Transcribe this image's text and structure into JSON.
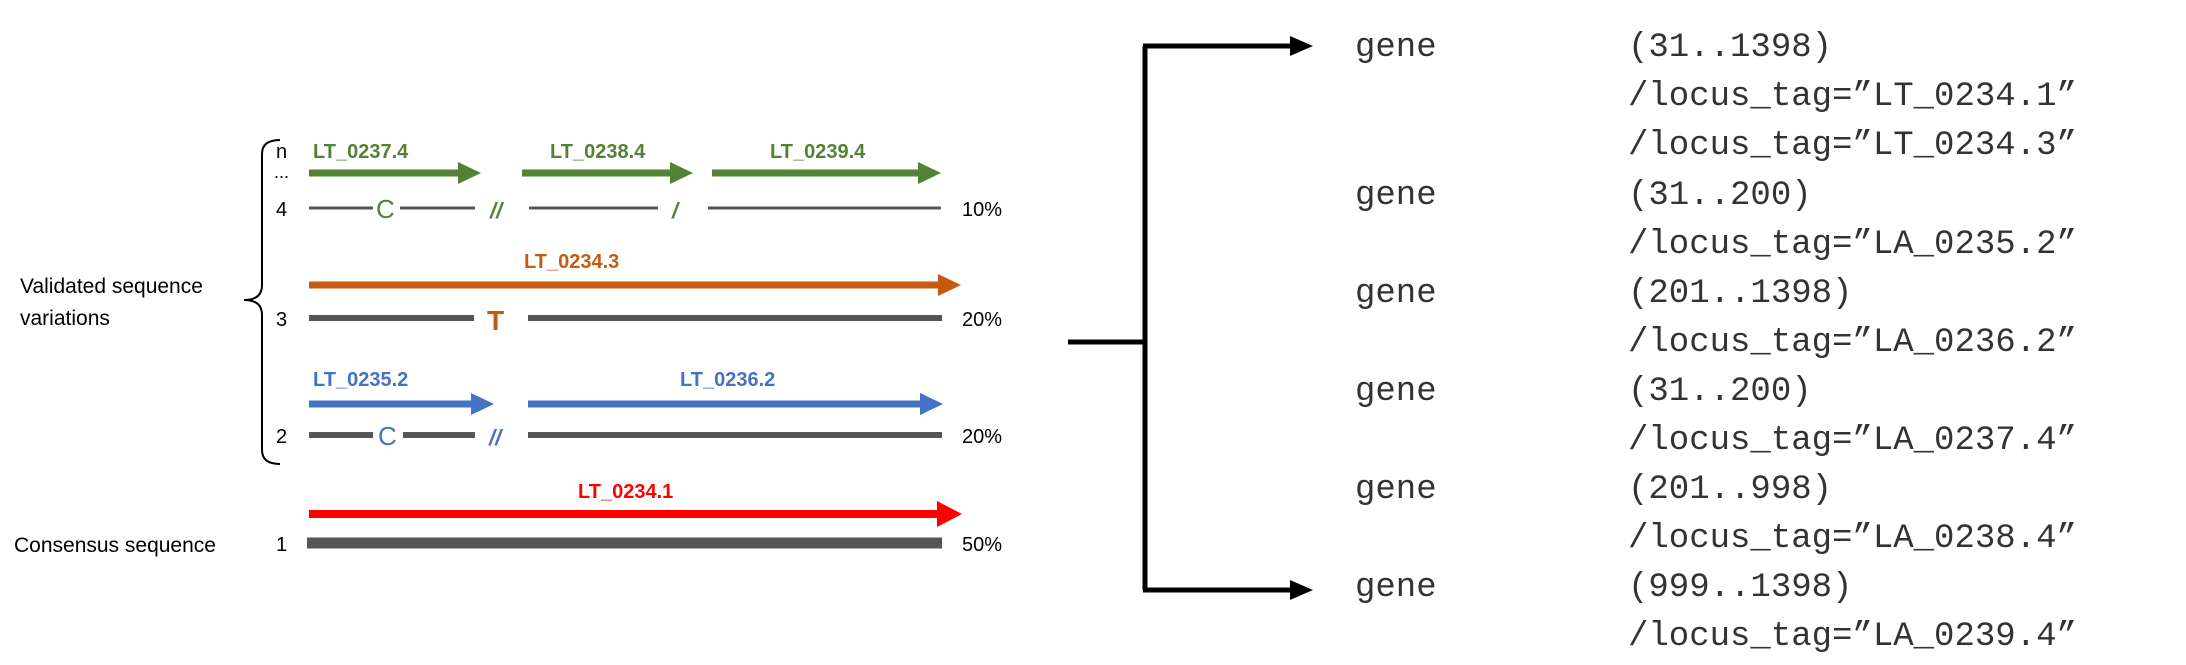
{
  "left_panel": {
    "group_labels": {
      "validated_line1": "Validated sequence",
      "validated_line2": "variations",
      "consensus": "Consensus sequence"
    },
    "rows": [
      {
        "number": "n",
        "dots": "...",
        "index": "4",
        "color": "#548235",
        "percent": "10%",
        "genes": [
          "LT_0237.4",
          "LT_0238.4",
          "LT_0239.4"
        ],
        "mutation": "C"
      },
      {
        "index": "3",
        "color": "#C55A11",
        "percent": "20%",
        "genes": [
          "LT_0234.3"
        ],
        "mutation": "T"
      },
      {
        "index": "2",
        "color": "#4472C4",
        "percent": "20%",
        "genes": [
          "LT_0235.2",
          "LT_0236.2"
        ],
        "mutation": "C"
      },
      {
        "index": "1",
        "color": "#FF0000",
        "percent": "50%",
        "genes": [
          "LT_0234.1"
        ]
      }
    ]
  },
  "annotations": [
    {
      "keyword": "gene",
      "location": "(31..1398)"
    },
    {
      "qualifier": "/locus_tag=”LT_0234.1”"
    },
    {
      "qualifier": "/locus_tag=”LT_0234.3”"
    },
    {
      "keyword": "gene",
      "location": "(31..200)"
    },
    {
      "qualifier": "/locus_tag=”LA_0235.2”"
    },
    {
      "keyword": "gene",
      "location": "(201..1398)"
    },
    {
      "qualifier": "/locus_tag=”LA_0236.2”"
    },
    {
      "keyword": "gene",
      "location": "(31..200)"
    },
    {
      "qualifier": "/locus_tag=”LA_0237.4”"
    },
    {
      "keyword": "gene",
      "location": "(201..998)"
    },
    {
      "qualifier": "/locus_tag=”LA_0238.4”"
    },
    {
      "keyword": "gene",
      "location": "(999..1398)"
    },
    {
      "qualifier": "/locus_tag=”LA_0239.4”"
    }
  ]
}
